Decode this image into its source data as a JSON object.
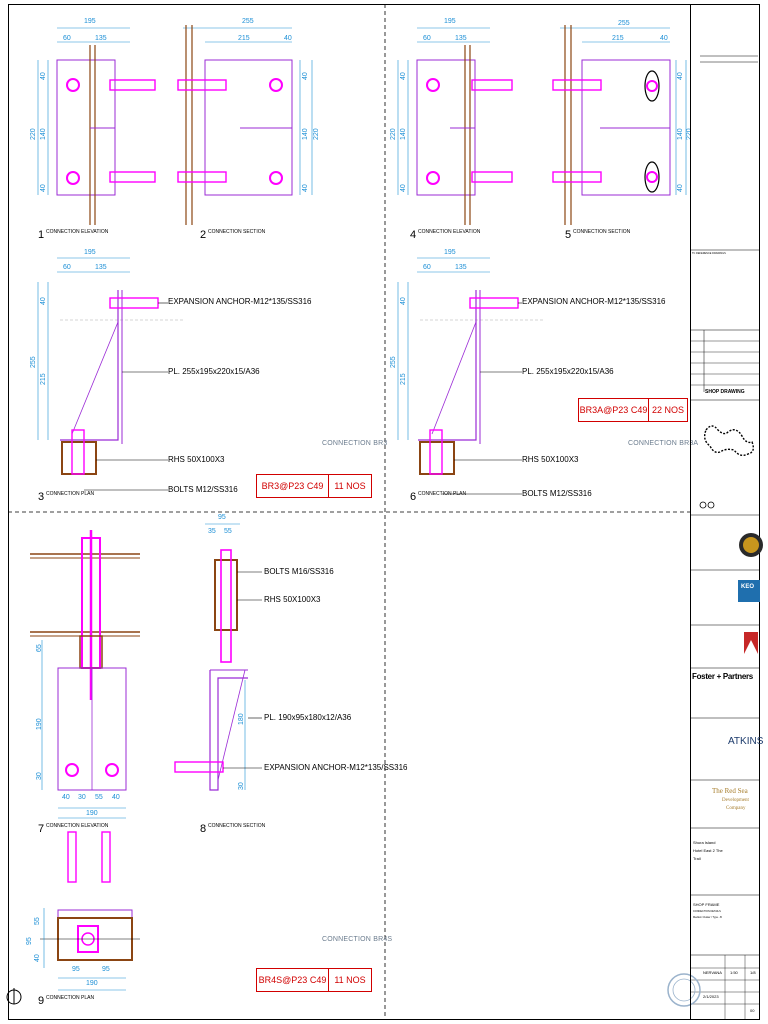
{
  "notes": {
    "anchor_a": "EXPANSION ANCHOR-M12*135/SS316",
    "plate_a": "PL. 255x195x220x15/A36",
    "rhs_a": "RHS 50X100X3",
    "bolts_a": "BOLTS M12/SS316",
    "anchor_b": "EXPANSION ANCHOR-M12*135/SS316",
    "plate_b": "PL. 255x195x220x15/A36",
    "rhs_b": "RHS 50X100X3",
    "bolts_b": "BOLTS M12/SS316",
    "bolts_c": "BOLTS M16/SS316",
    "rhs_c": "RHS 50X100X3",
    "plate_c": "PL. 190x95x180x12/A36",
    "anchor_c": "EXPANSION ANCHOR-M12*135/SS316"
  },
  "details": [
    {
      "num": "1",
      "caption": "CONNECTION ELEVATION"
    },
    {
      "num": "2",
      "caption": "CONNECTION SECTION"
    },
    {
      "num": "3",
      "caption": "CONNECTION PLAN"
    },
    {
      "num": "4",
      "caption": "CONNECTION ELEVATION"
    },
    {
      "num": "5",
      "caption": "CONNECTION SECTION"
    },
    {
      "num": "6",
      "caption": "CONNECTION PLAN"
    },
    {
      "num": "7",
      "caption": "CONNECTION ELEVATION"
    },
    {
      "num": "8",
      "caption": "CONNECTION SECTION"
    },
    {
      "num": "9",
      "caption": "CONNECTION PLAN"
    }
  ],
  "connections": {
    "br3": "CONNECTION BR3",
    "br3a": "CONNECTION BR3A",
    "br4s": "CONNECTION BR4S"
  },
  "quantities": {
    "br3": {
      "ref": "BR3@P23 C49",
      "qty": "11 NOS"
    },
    "br3a": {
      "ref": "BR3A@P23 C49",
      "qty": "22 NOS"
    },
    "br4s": {
      "ref": "BR4S@P23 C49",
      "qty": "11 NOS"
    }
  },
  "dims": {
    "d195": "195",
    "d60": "60",
    "d135": "135",
    "d255": "255",
    "d215": "215",
    "d40": "40",
    "d140": "140",
    "d220": "220",
    "d95": "95",
    "d55": "55",
    "d65": "65",
    "d190": "190",
    "d30": "30",
    "d180": "180"
  },
  "title_block": {
    "ref_drawings": "TC REFERENCE DRAWINGS",
    "shop_drawing": "SHOP DRAWING",
    "contractor": "KEO",
    "foster": "Foster + Partners",
    "atkins": "ATKINS",
    "red_sea_line1": "The Red Sea",
    "red_sea_line2": "Development",
    "red_sea_line3": "Company",
    "project_line1": "Shura Island",
    "project_line2": "Hotel East 2 The",
    "project_line3": "Trail",
    "title_line1": "SHOP FRAME",
    "title_line2": "CONNECTION DETAILS",
    "title_line3": "Medium Cluster / Type - B",
    "drawn_by": "NERVANA",
    "scale": "1:50",
    "sheet": "1/8",
    "date": "2/1/2023",
    "rev": "00"
  },
  "colors": {
    "steel": "#9b2bd6",
    "bolt": "#ff00ff",
    "dimension": "#1c8fd6",
    "rhs": "#8b4513",
    "qty_red": "#d10000"
  }
}
